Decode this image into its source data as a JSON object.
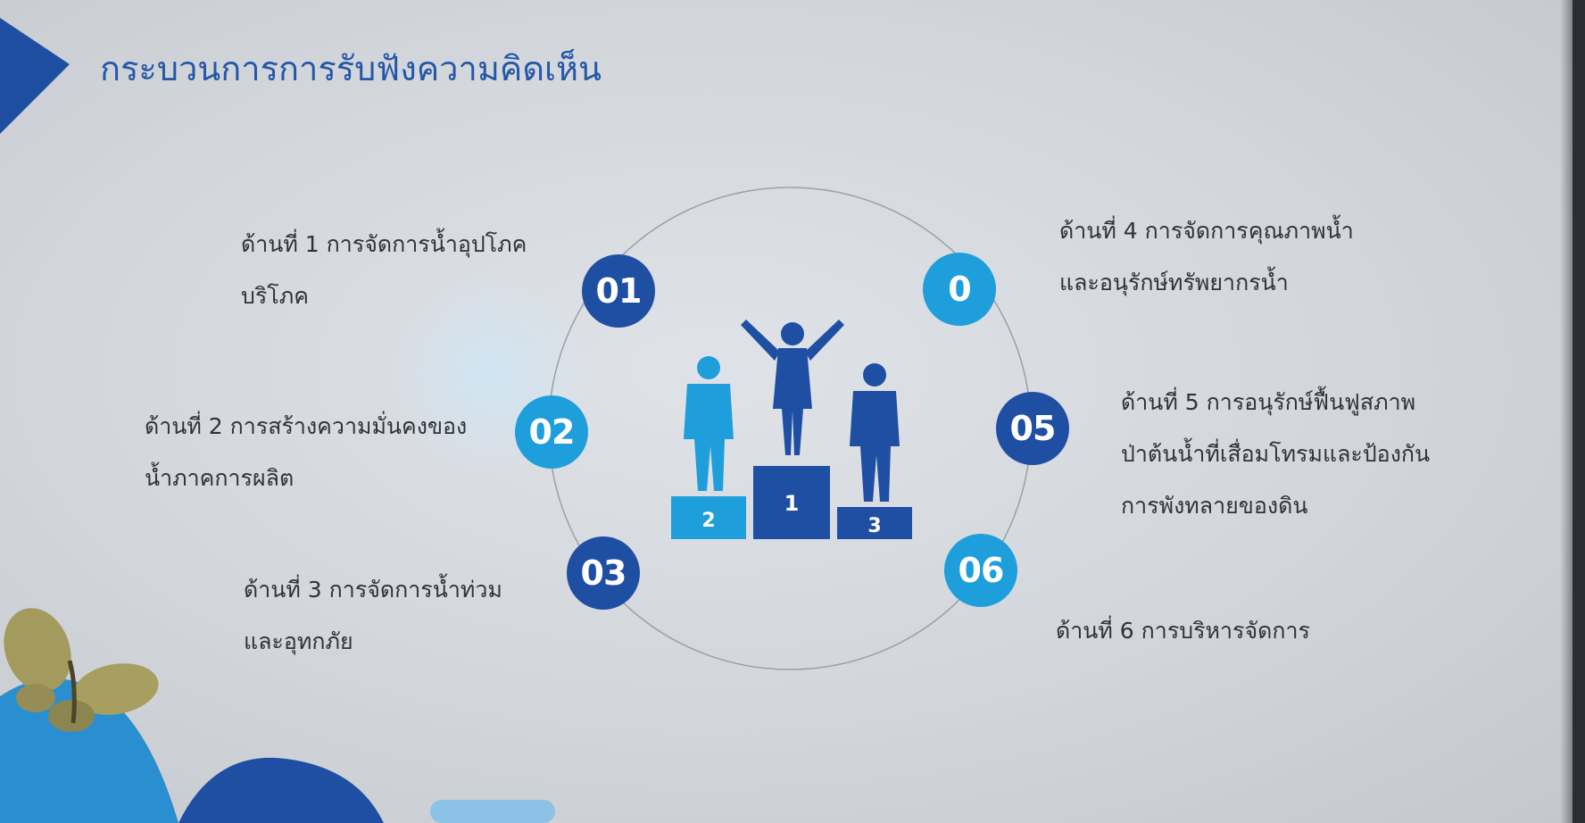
{
  "title": "กระบวนการการรับฟังความคิดเห็น",
  "colors": {
    "accent_dark": "#1f4fa3",
    "accent_light": "#1e9fdc",
    "title": "#2457a8",
    "text": "#2f3338"
  },
  "steps": [
    {
      "number": "01",
      "lines": [
        "ด้านที่ 1 การจัดการน้ำอุปโภค",
        "บริโภค"
      ]
    },
    {
      "number": "02",
      "lines": [
        "ด้านที่ 2 การสร้างความมั่นคงของ",
        "น้ำภาคการผลิต"
      ]
    },
    {
      "number": "03",
      "lines": [
        "ด้านที่ 3 การจัดการน้ำท่วม",
        "และอุทกภัย"
      ]
    },
    {
      "number": "0",
      "lines": [
        "ด้านที่ 4 การจัดการคุณภาพน้ำ",
        "และอนุรักษ์ทรัพยากรน้ำ"
      ]
    },
    {
      "number": "05",
      "lines": [
        "ด้านที่ 5 การอนุรักษ์ฟื้นฟูสภาพ",
        "ป่าต้นน้ำที่เสื่อมโทรมและป้องกัน",
        "การพังทลายของดิน"
      ]
    },
    {
      "number": "06",
      "lines": [
        "ด้านที่ 6 การบริหารจัดการ"
      ]
    }
  ],
  "podium": {
    "first": "1",
    "second": "2",
    "third": "3"
  },
  "icons": {
    "corner": "triangle-arrow-icon",
    "winners": "winners-podium-icon",
    "butterfly": "butterfly-icon"
  }
}
